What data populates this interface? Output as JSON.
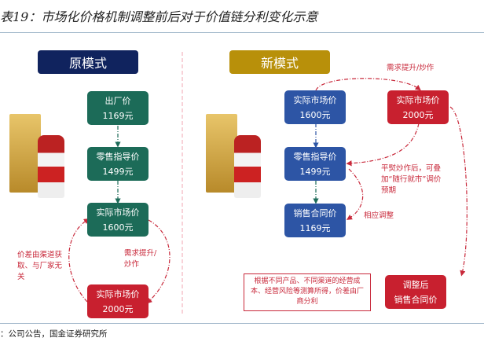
{
  "title": "表19：市场化价格机制调整前后对于价值链分利变化示意",
  "source": "：公司公告，国金证券研究所",
  "colors": {
    "navy": "#10235e",
    "gold": "#b8900a",
    "green": "#1c6b58",
    "blue": "#2d55a5",
    "red": "#c8202f",
    "annotation": "#c8283a"
  },
  "old_model": {
    "label": "原模式",
    "boxes": [
      {
        "name": "出厂价",
        "price": "1169元"
      },
      {
        "name": "零售指导价",
        "price": "1499元"
      },
      {
        "name": "实际市场价",
        "price": "1600元"
      },
      {
        "name": "实际市场价",
        "price": "2000元"
      }
    ],
    "note_left": "价差由渠道获取、与厂家无关",
    "note_right": "需求提升/炒作"
  },
  "new_model": {
    "label": "新模式",
    "boxes": [
      {
        "name": "实际市场价",
        "price": "1600元"
      },
      {
        "name": "零售指导价",
        "price": "1499元"
      },
      {
        "name": "销售合同价",
        "price": "1169元"
      },
      {
        "name": "实际市场价",
        "price": "2000元"
      }
    ],
    "adjusted_box": {
      "line1": "调整后",
      "line2": "销售合同价"
    },
    "note_top": "需求提升/炒作",
    "note_mid": "平熨炒作后，可叠加“随行就市”调价预期",
    "note_adjust": "相应调整",
    "note_box": "根据不同产品、不同渠道的经营成本、经营风险等测算所得，价差由厂商分利"
  }
}
